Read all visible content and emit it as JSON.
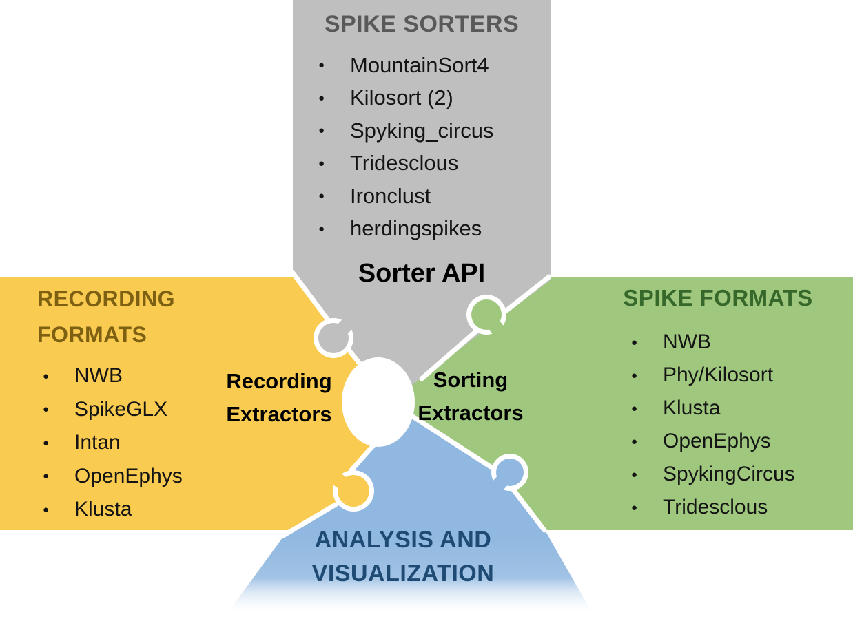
{
  "colors": {
    "background": "#FFFFFF",
    "yellow": "#F9CB50",
    "green": "#9FC87E",
    "gray": "#BFBFBF",
    "blue": "#90B8E0",
    "seam": "#FFFFFF",
    "heading_gray": "#595959",
    "heading_olive": "#7D6012",
    "heading_green": "#35682A",
    "heading_navy": "#1E4A73",
    "list_text": "#141414",
    "label_black": "#000000"
  },
  "bullet": "●",
  "spike_sorters": {
    "heading": "SPIKE SORTERS",
    "items": [
      "MountainSort4",
      "Kilosort (2)",
      "Spyking_circus",
      "Tridesclous",
      "Ironclust",
      "herdingspikes"
    ],
    "api_label": "Sorter API"
  },
  "recording_formats": {
    "heading": "RECORDING FORMATS",
    "items": [
      "NWB",
      "SpikeGLX",
      "Intan",
      "OpenEphys",
      "Klusta"
    ],
    "extractor_label": "Recording Extractors"
  },
  "spike_formats": {
    "heading": "SPIKE FORMATS",
    "items": [
      "NWB",
      "Phy/Kilosort",
      "Klusta",
      "OpenEphys",
      "SpykingCircus",
      "Tridesclous"
    ],
    "extractor_label": "Sorting Extractors"
  },
  "analysis": {
    "label": "ANALYSIS AND VISUALIZATION"
  }
}
